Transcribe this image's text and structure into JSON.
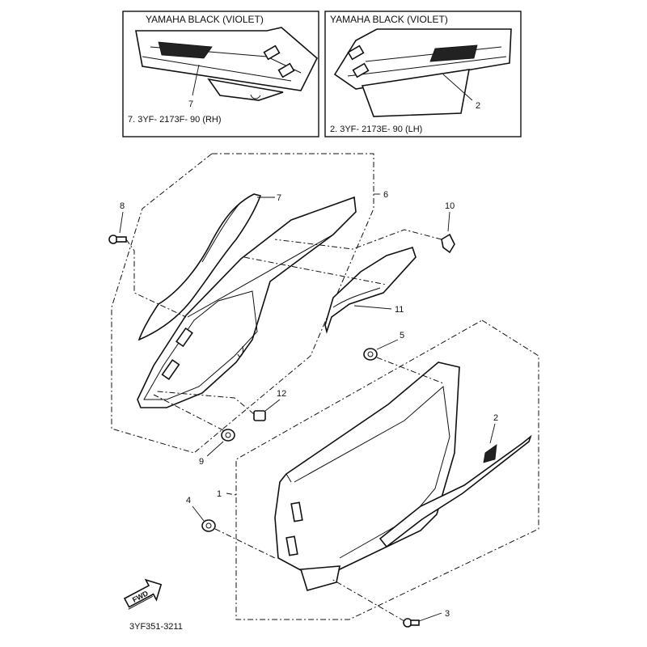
{
  "insets": {
    "rh": {
      "header": "YAMAHA BLACK (VIOLET)",
      "callout": "7",
      "part_label": "7. 3YF- 2173F- 90 (RH)"
    },
    "lh": {
      "header": "YAMAHA BLACK (VIOLET)",
      "callout": "2",
      "part_label": "2. 3YF- 2173E- 90 (LH)"
    }
  },
  "callouts": {
    "c1": "1",
    "c2": "2",
    "c3": "3",
    "c4": "4",
    "c5": "5",
    "c6": "6",
    "c7": "7",
    "c8": "8",
    "c9": "9",
    "c10": "10",
    "c11": "11",
    "c12": "12"
  },
  "fwd_badge": "FWD",
  "diagram_code": "3YF351-3211"
}
